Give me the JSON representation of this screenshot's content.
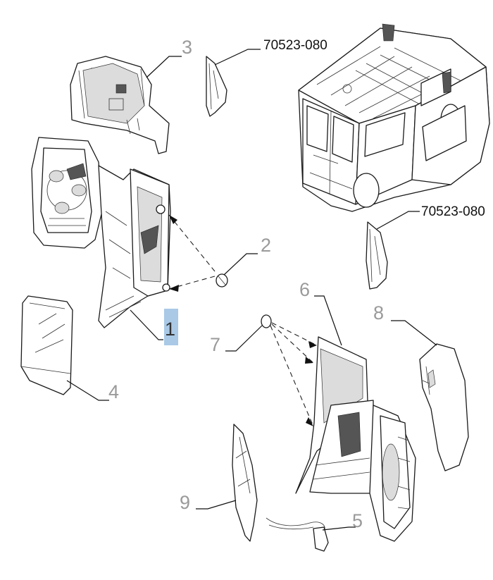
{
  "diagram": {
    "callouts": {
      "part1": "1",
      "part2": "2",
      "part3": "3",
      "part4": "4",
      "part5": "5",
      "part6": "6",
      "part7": "7",
      "part8": "8",
      "part9": "9",
      "ref_top": "70523-080",
      "ref_right": "70523-080"
    },
    "colors": {
      "callout_gray": "#9a9a9a",
      "highlight_blue": "#a9c9e6",
      "line": "#1a1a1a"
    },
    "highlighted_part": "1"
  }
}
